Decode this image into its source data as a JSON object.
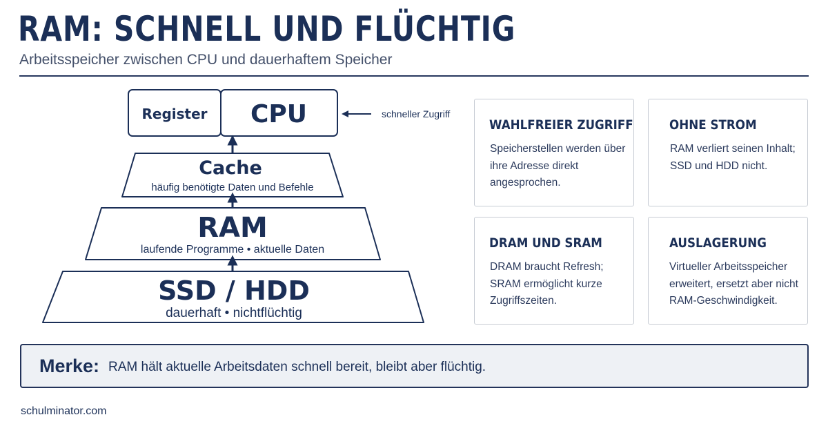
{
  "header": {
    "title": "RAM: SCHNELL UND FLÜCHTIG",
    "subtitle": "Arbeitsspeicher zwischen CPU und dauerhaftem Speicher"
  },
  "pyramid": {
    "register_label": "Register",
    "cpu_label": "CPU",
    "access_note": "schneller Zugriff",
    "layers": [
      {
        "name": "Cache",
        "desc": "häufig benötigte Daten und Befehle"
      },
      {
        "name": "RAM",
        "desc": "laufende Programme • aktuelle Daten"
      },
      {
        "name": "SSD / HDD",
        "desc": "dauerhaft • nichtflüchtig"
      }
    ]
  },
  "cards": [
    {
      "title": "WAHLFREIER ZUGRIFF",
      "text": "Speicherstellen werden über ihre Adresse direkt angesprochen."
    },
    {
      "title": "OHNE STROM",
      "text": "RAM verliert seinen Inhalt; SSD und HDD nicht."
    },
    {
      "title": "DRAM UND SRAM",
      "text": "DRAM braucht Refresh; SRAM ermöglicht kurze Zugriffszeiten."
    },
    {
      "title": "AUSLAGERUNG",
      "text": "Virtueller Arbeitsspeicher erweitert, ersetzt aber nicht RAM-Geschwindigkeit."
    }
  ],
  "merke": {
    "label": "Merke:",
    "text": "RAM hält aktuelle Arbeitsdaten schnell bereit, bleibt aber flüchtig."
  },
  "footer": {
    "source": "schulminator.com"
  },
  "colors": {
    "navy": "#1b2f57",
    "border": "#c6cbd3",
    "panel_bg": "#eef1f5"
  }
}
